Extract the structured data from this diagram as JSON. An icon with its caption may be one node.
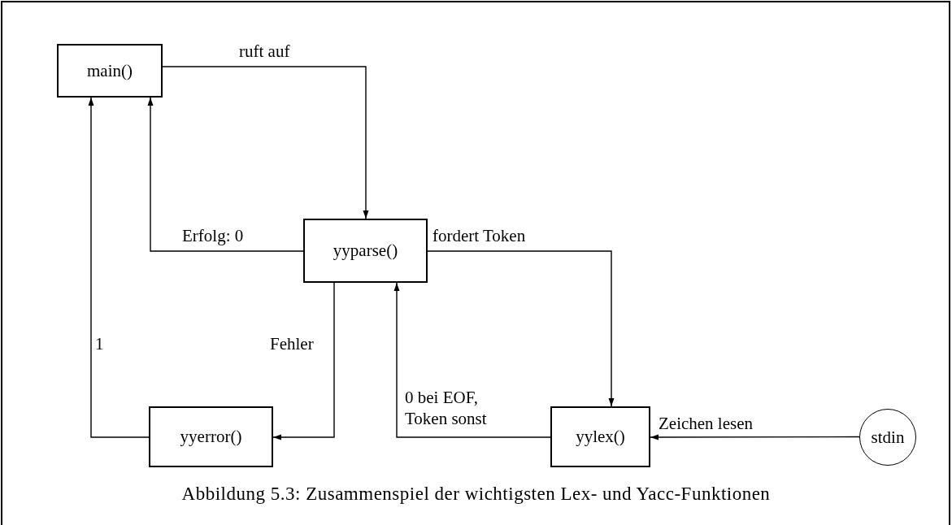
{
  "diagram": {
    "caption": "Abbildung 5.3: Zusammenspiel der wichtigsten Lex- und Yacc-Funktionen",
    "nodes": [
      {
        "text": [
          "main()"
        ]
      },
      {
        "text": [
          "yyparse()"
        ]
      },
      {
        "text": [
          "yyerror()"
        ]
      },
      {
        "text": [
          "yylex()"
        ]
      },
      {
        "text": [
          "stdin"
        ]
      }
    ],
    "edges": [
      {
        "from": 0,
        "to": 1,
        "arrow": "to",
        "label": "ruft auf"
      },
      {
        "from": 1,
        "to": 0,
        "arrow": "to",
        "label": "Erfolg: 0"
      },
      {
        "from": 1,
        "to": 3,
        "arrow": "to",
        "label": "fordert Token"
      },
      {
        "from": 1,
        "to": 2,
        "arrow": "to",
        "label": "Fehler"
      },
      {
        "from": 2,
        "to": 0,
        "arrow": "to",
        "label": "1"
      },
      {
        "from": 3,
        "to": 1,
        "arrow": "to",
        "label": "0 bei EOF, Token sonst"
      },
      {
        "from": 4,
        "to": 3,
        "arrow": "to",
        "label": "Zeichen lesen"
      }
    ]
  }
}
